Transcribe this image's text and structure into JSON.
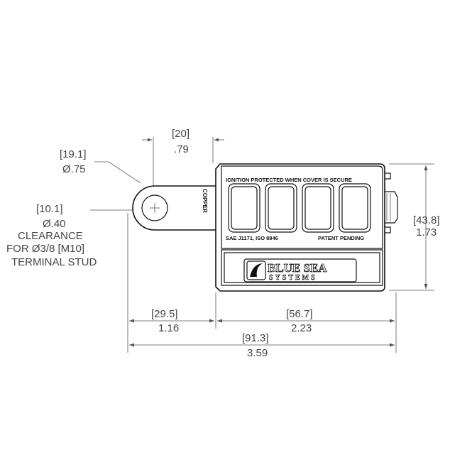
{
  "dimensions": {
    "stud_offset_mm": "[20]",
    "stud_offset_in": ".79",
    "lug_dia_mm": "[19.1]",
    "lug_dia_in": "Ø.75",
    "hole_mm": "[10.1]",
    "hole_in": "Ø.40",
    "clearance_line1": "CLEARANCE",
    "clearance_line2": "FOR  Ø3/8 [M10]",
    "clearance_line3": "TERMINAL STUD",
    "height_mm": "[43.8]",
    "height_in": "1.73",
    "lug_len_mm": "[29.5]",
    "lug_len_in": "1.16",
    "body_len_mm": "[56.7]",
    "body_len_in": "2.23",
    "overall_mm": "[91.3]",
    "overall_in": "3.59"
  },
  "part": {
    "copper_label": "COPPER",
    "cover_text_top": "IGNITION PROTECTED WHEN COVER IS SECURE",
    "cover_text_left": "SAE J1171, ISO 8846",
    "cover_text_right": "PATENT PENDING",
    "logo_line1": "BLUE SEA",
    "logo_line2": "SYSTEMS"
  },
  "colors": {
    "line": "#111111",
    "dimension_text": "#444444",
    "background": "#ffffff"
  }
}
